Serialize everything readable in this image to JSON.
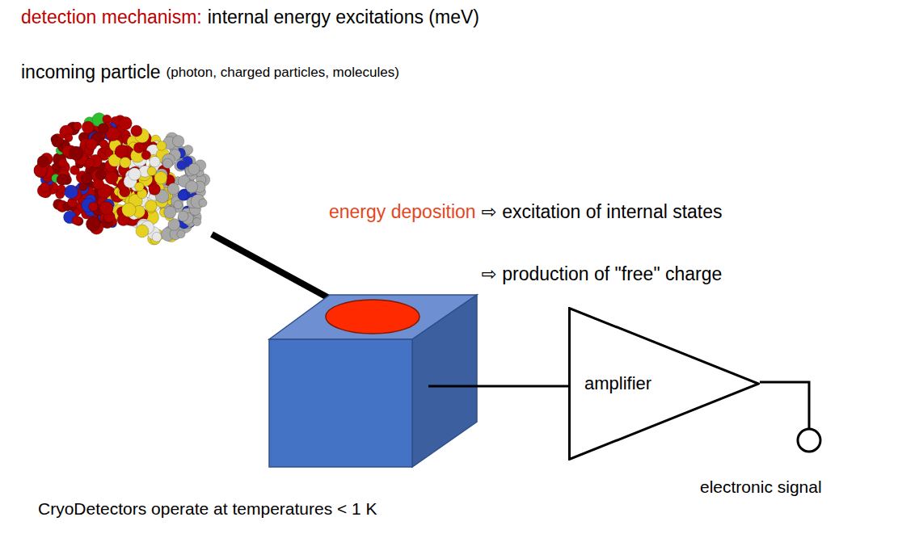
{
  "diagram": {
    "nodes": [
      {
        "text": [
          "amplifier"
        ]
      }
    ],
    "labels": [
      "detection mechanism:",
      "internal energy excitations (meV)",
      "incoming particle",
      "(photon, charged particles, molecules)",
      "energy deposition",
      "⇨ excitation of internal states",
      "⇨ production of \"free\" charge",
      "electronic signal",
      "CryoDetectors operate at temperatures < 1 K"
    ]
  }
}
